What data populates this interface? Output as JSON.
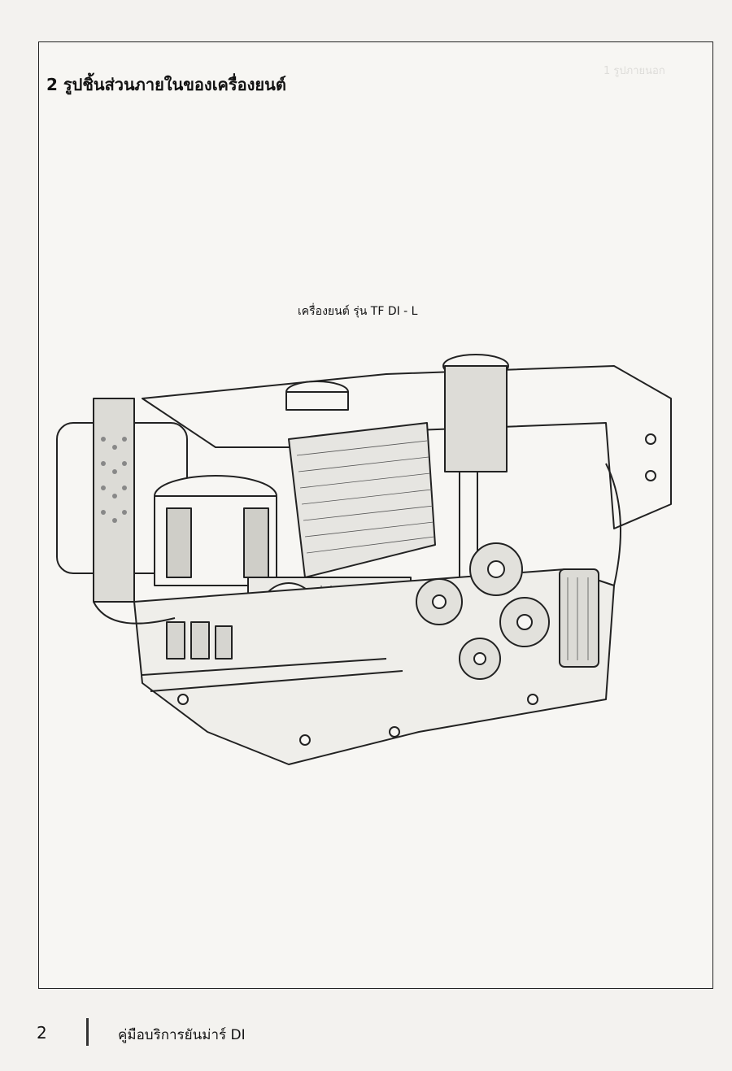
{
  "page": {
    "section_heading": "2 รูปชิ้นส่วนภายในของเครื่องยนต์",
    "illustration_caption": "เครื่องยนต์ รุ่น TF  DI - L",
    "show_through_heading": "1 รูปภายนอก"
  },
  "footer": {
    "page_number": "2",
    "manual_title": "คู่มือบริการยันม่าร์ DI"
  },
  "illustration": {
    "icon": "engine-cutaway-illustration",
    "line_color": "#222222",
    "fill_color": "#f7f6f3"
  }
}
